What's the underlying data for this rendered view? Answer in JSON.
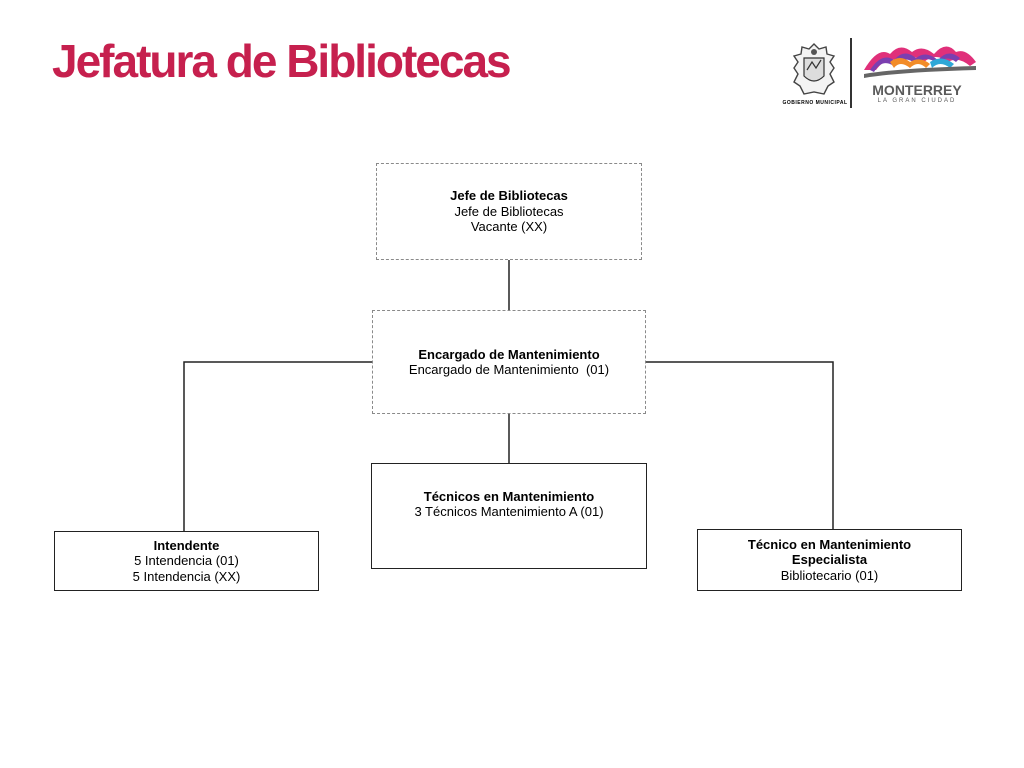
{
  "page": {
    "title": "Jefatura de Bibliotecas"
  },
  "logos": {
    "seal_label": "GOBIERNO MUNICIPAL",
    "city_name": "MONTERREY",
    "city_tagline": "LA GRAN CIUDAD"
  },
  "colors": {
    "title": "#c6204e",
    "line": "#222222"
  },
  "org_chart": {
    "jefe": {
      "title": "Jefe de Bibliotecas",
      "line1": "Jefe de Bibliotecas",
      "line2": "Vacante (XX)"
    },
    "encargado": {
      "title": "Encargado de Mantenimiento",
      "line1": "Encargado de Mantenimiento  (01)"
    },
    "tecnicos": {
      "title": "Técnicos en Mantenimiento",
      "line1": "3 Técnicos Mantenimiento A (01)"
    },
    "intendente": {
      "title": "Intendente",
      "line1": "5 Intendencia (01)",
      "line2": "5 Intendencia (XX)"
    },
    "especialista": {
      "title": "Técnico en Mantenimiento Especialista",
      "line1": "Bibliotecario (01)"
    }
  }
}
